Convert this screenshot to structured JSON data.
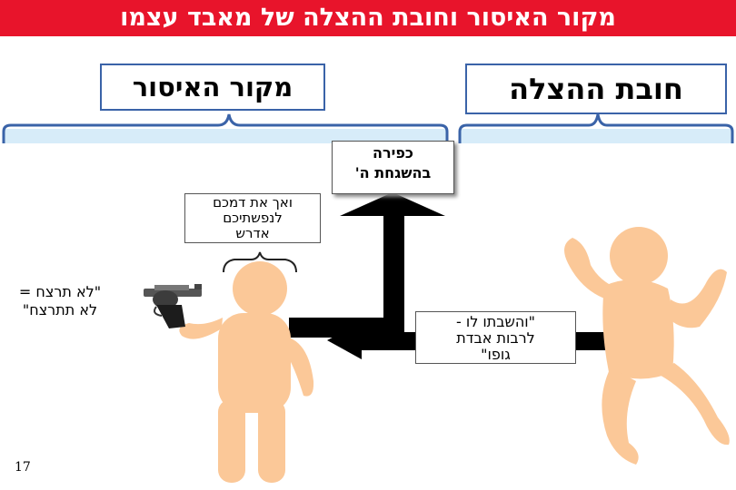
{
  "title": "מקור האיסור וחובת ההצלה של מאבד עצמו",
  "labels": {
    "rescue_duty": "חובת ההצלה",
    "prohibition_source": "מקור האיסור"
  },
  "notes": {
    "heresy_line1": "כפירה",
    "heresy_line2": "בהשגחת ה'",
    "verse_line1": "ואך את דמכם",
    "verse_line2": "לנפשתיכם",
    "verse_line3": "אדרש",
    "law_line1": "\"לא תרצח =",
    "law_line2": "לא תתרצח\"",
    "return_line1": "\"והשבתו לו -",
    "return_line2": "לרבות אבדת",
    "return_line3": "גופו\""
  },
  "page_number": "17",
  "icons": [
    "revolver-icon",
    "person-figure-icon",
    "rescuer-figure-icon",
    "arrow-up-icon",
    "arrow-left-icon"
  ],
  "colors": {
    "title_bg": "#e8142b",
    "box_border": "#3a63a8",
    "bracket": "#3a63a8",
    "figure": "#fbc898",
    "arrow": "#000000",
    "band": "#d7ecf9"
  }
}
